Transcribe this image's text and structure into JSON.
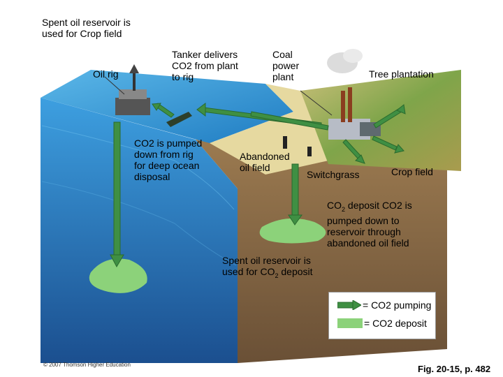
{
  "labels": {
    "top_left": "Spent oil reservoir is\nused for Crop field",
    "oil_rig": "Oil rig",
    "tanker": "Tanker delivers\nCO2 from plant\nto rig",
    "coal_plant": "Coal\npower\nplant",
    "tree_plantation": "Tree plantation",
    "co2_pumped": "CO2 is pumped\ndown from rig\nfor deep ocean\ndisposal",
    "abandoned": "Abandoned\noil field",
    "switchgrass": "Switchgrass",
    "crop_field": "Crop field",
    "co2_deposit_pre": "CO",
    "co2_deposit_sub": "2",
    "co2_deposit_post": " deposit CO2 is\npumped down to\nreservoir through\nabandoned oil field",
    "spent_pre": "Spent oil reservoir is\nused for CO",
    "spent_sub": "2",
    "spent_post": " deposit"
  },
  "legend": {
    "pumping": "= CO2 pumping",
    "deposit": "= CO2 deposit"
  },
  "colors": {
    "arrow_green": "#3f8f43",
    "deposit_green": "#8cd27a",
    "ocean": "#2f8fd0",
    "soil": "#8a6a45"
  },
  "copyright": "© 2007 Thomson Higher Education",
  "figure_ref": "Fig. 20-15, p. 482"
}
